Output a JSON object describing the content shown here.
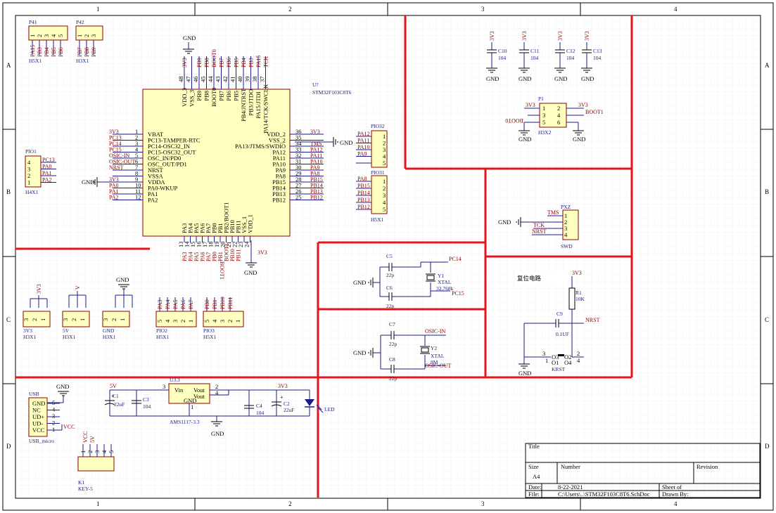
{
  "border": {
    "cols": [
      "1",
      "2",
      "3",
      "4"
    ],
    "rows": [
      "A",
      "B",
      "C",
      "D"
    ]
  },
  "mcu": {
    "ref": "U?",
    "part": "STM32F103C8T6",
    "left_pins": [
      {
        "num": "1",
        "name": "VBAT",
        "net": "3V3"
      },
      {
        "num": "2",
        "name": "PC13-TAMPER-RTC",
        "net": "PC13"
      },
      {
        "num": "3",
        "name": "PC14-OSC32_IN",
        "net": "PC14"
      },
      {
        "num": "4",
        "name": "PC15-OSC32_OUT",
        "net": "PC15"
      },
      {
        "num": "5",
        "name": "OSC_IN/PD0",
        "net": "OSIC-IN"
      },
      {
        "num": "6",
        "name": "OSC_OUT/PD1",
        "net": "OSIC-OUT"
      },
      {
        "num": "7",
        "name": "NRST",
        "net": "NRST"
      },
      {
        "num": "8",
        "name": "VSSA",
        "net": ""
      },
      {
        "num": "9",
        "name": "VDDA",
        "net": "3V3"
      },
      {
        "num": "10",
        "name": "PA0-WKUP",
        "net": "PA0"
      },
      {
        "num": "11",
        "name": "PA1",
        "net": "PA1"
      },
      {
        "num": "12",
        "name": "PA2",
        "net": "PA2"
      }
    ],
    "right_pins": [
      {
        "num": "36",
        "name": "VDD_2",
        "net": "3V3"
      },
      {
        "num": "35",
        "name": "VSS_2",
        "net": ""
      },
      {
        "num": "34",
        "name": "PA13/JTMS/SWDIO",
        "net": "TMS"
      },
      {
        "num": "33",
        "name": "PA12",
        "net": "PA12"
      },
      {
        "num": "32",
        "name": "PA11",
        "net": "PA11"
      },
      {
        "num": "31",
        "name": "PA10",
        "net": "PA10"
      },
      {
        "num": "30",
        "name": "PA9",
        "net": "PA9"
      },
      {
        "num": "29",
        "name": "PA8",
        "net": "PA8"
      },
      {
        "num": "28",
        "name": "PB15",
        "net": "PB15"
      },
      {
        "num": "27",
        "name": "PB14",
        "net": "PB14"
      },
      {
        "num": "26",
        "name": "PB13",
        "net": "PB13"
      },
      {
        "num": "25",
        "name": "PB12",
        "net": "PB12"
      }
    ],
    "top_pins": [
      "VDD_3",
      "VSS_3",
      "PB9",
      "PB8",
      "BOOT0",
      "PB7",
      "PB6",
      "PB5",
      "PB4/JNTRST",
      "PB3/JTDO",
      "PA15/JTDI",
      "PA14/TCK/SWCLK"
    ],
    "top_nets": [
      "3V3",
      "",
      "PB9",
      "PB8",
      "BOOT0",
      "PB7",
      "PB6",
      "PB5",
      "PB4",
      "PB3",
      "PA15",
      "TCK"
    ],
    "top_nums": [
      "48",
      "47",
      "46",
      "45",
      "44",
      "43",
      "42",
      "41",
      "40",
      "39",
      "38",
      "37"
    ],
    "bottom_pins": [
      "PA3",
      "PA4",
      "PA5",
      "PA6",
      "PA7",
      "PB0",
      "PB1",
      "PB2/BOOT1",
      "PB10",
      "PB11",
      "VSS_1",
      "VDD_1"
    ],
    "bottom_nets": [
      "PA3",
      "PA4",
      "PA5",
      "PA6",
      "PA7",
      "PB0",
      "PB1",
      "BOOT1",
      "PB10",
      "PB11",
      "",
      ""
    ],
    "bottom_nums": [
      "13",
      "14",
      "15",
      "16",
      "17",
      "18",
      "19",
      "20",
      "21",
      "22",
      "23",
      "24"
    ]
  },
  "labels": {
    "gnd": "GND",
    "v33": "3V3",
    "v5": "5V",
    "vcc": "VCC",
    "boot0": "BOOT0",
    "boot1": "BOOT1",
    "boot0_mirrored": "BOOT0",
    "boot1_mirrored": "BOOT1",
    "tms": "TMS",
    "tck": "TCK",
    "nrst": "NRST",
    "pc14": "PC14",
    "pc15": "PC15",
    "osc_in": "OSIC-IN",
    "osc_out": "OSIC-OUT"
  },
  "headers": {
    "p41": {
      "ref": "P41",
      "footprint": "H5X1",
      "pins": [
        "1",
        "2",
        "3",
        "4",
        "5"
      ],
      "nets": [
        "PA15",
        "PB3",
        "PB4",
        "PB5",
        "PB6"
      ]
    },
    "p42": {
      "ref": "P42",
      "footprint": "H3X1",
      "pins": [
        "1",
        "2",
        "3"
      ],
      "nets": [
        "PB7",
        "PB8",
        "PB9"
      ]
    },
    "pio1": {
      "ref": "PIO1",
      "footprint": "H4X1",
      "pins": [
        "4",
        "3",
        "2",
        "1"
      ],
      "nets": [
        "PC13",
        "PA0",
        "PA1",
        "PA2"
      ]
    },
    "pio32": {
      "ref": "PIO32",
      "footprint": "",
      "pins": [
        "1",
        "2",
        "3",
        "4",
        "5"
      ],
      "nets": [
        "PA12",
        "PA11",
        "PA10",
        "PA9",
        ""
      ]
    },
    "pio31": {
      "ref": "PIO31",
      "footprint": "H5X1",
      "pins": [
        "1",
        "2",
        "3",
        "4",
        "5"
      ],
      "nets": [
        "PA8",
        "PB15",
        "PB14",
        "PB13",
        "PB12"
      ]
    },
    "h33": {
      "ref": "3V3",
      "footprint": "H3X1",
      "net": "3V3",
      "pins": [
        "3",
        "2",
        "1"
      ]
    },
    "h5v": {
      "ref": "5V",
      "footprint": "H3X1",
      "net": "V",
      "pins": [
        "3",
        "2",
        "1"
      ]
    },
    "hgnd": {
      "ref": "GND",
      "footprint": "H3X1",
      "net": "GND",
      "pins": [
        "3",
        "2",
        "1"
      ]
    },
    "pio2": {
      "ref": "PIO2",
      "footprint": "H5X1",
      "pins": [
        "5",
        "4",
        "3",
        "2",
        "1"
      ],
      "nets": [
        "PA3",
        "PA4",
        "PA5",
        "PA6",
        "PA7"
      ]
    },
    "pio3": {
      "ref": "PIO3",
      "footprint": "H5X1",
      "pins": [
        "5",
        "4",
        "3",
        "2",
        "1"
      ],
      "nets": [
        "PB0",
        "PB1",
        "PB10",
        "PB11",
        ""
      ]
    },
    "p1": {
      "ref": "P1",
      "footprint": "H3X2",
      "pins": [
        "1",
        "2",
        "3",
        "4",
        "5",
        "6"
      ]
    },
    "pxz": {
      "ref": "PXZ",
      "footprint": "SWD",
      "pins": [
        "1",
        "2",
        "3",
        "4"
      ]
    }
  },
  "caps_top": [
    {
      "ref": "C10",
      "value": "104",
      "net": "3V3"
    },
    {
      "ref": "C11",
      "value": "104",
      "net": "3V3"
    },
    {
      "ref": "C12",
      "value": "104",
      "net": "3V3"
    },
    {
      "ref": "C13",
      "value": "104",
      "net": "3V3"
    }
  ],
  "crystal32": {
    "ref": "Y1",
    "type": "XTAL",
    "value": "32.768k",
    "c1": "C5",
    "c2": "C6",
    "cval": "22p"
  },
  "crystal8m": {
    "ref": "Y2",
    "type": "XTAL",
    "value": "8M",
    "c1": "C7",
    "c2": "C8",
    "cval": "22p"
  },
  "reset": {
    "title": "复位电路",
    "r_ref": "R1",
    "r_val": "10K",
    "c_ref": "C9",
    "c_val": "0.1UF",
    "sw_ref": "KRST",
    "pins": [
      "3",
      "O3",
      "1",
      "O1",
      "2",
      "O2",
      "4",
      "O4"
    ]
  },
  "usb": {
    "ref": "USB",
    "footprint": "USB_micro",
    "pins": [
      "GND",
      "NC",
      "UD+",
      "UD-",
      "VCC"
    ],
    "nums": [
      "5",
      "4",
      "3",
      "2",
      "1"
    ]
  },
  "key": {
    "ref": "K1",
    "footprint": "KEY-5",
    "pins": [
      "1",
      "2",
      "3",
      "4",
      "5"
    ],
    "nets": [
      "VCC",
      "5V"
    ]
  },
  "power": {
    "reg_ref": "U3.3",
    "reg_part": "AMS1117-3.3",
    "vin": "Vin",
    "vout": "Vout",
    "vout2": "Vout",
    "gnd": "GND",
    "c1": "C1",
    "c1v": "22uF",
    "c3": "C3",
    "c3v": "104",
    "c4": "C4",
    "c4v": "104",
    "c2": "C2",
    "c2v": "22uF",
    "led": "LED",
    "pin3": "3",
    "pin2": "2",
    "pin4": "4",
    "pin1": "1"
  },
  "titleblock": {
    "title_label": "Title",
    "size_label": "Size",
    "size": "A4",
    "number_label": "Number",
    "revision_label": "Revision",
    "date_label": "Date:",
    "date": "8-22-2021",
    "file_label": "File:",
    "file": "C:\\Users\\..\\STM32F103C8T6.SchDoc",
    "sheet_label": "Sheet  of",
    "drawn_label": "Drawn By:"
  }
}
